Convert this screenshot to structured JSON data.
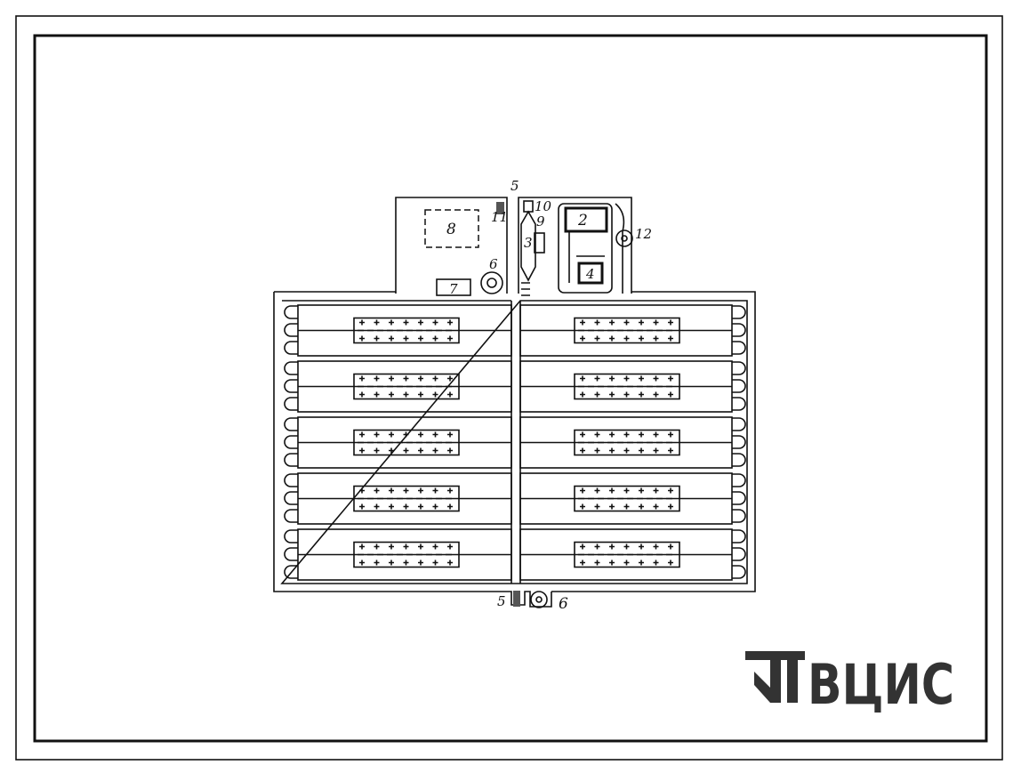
{
  "drawing": {
    "labels": {
      "top_5": "5",
      "l11": "11",
      "l10": "10",
      "l9": "9",
      "l3": "3",
      "l2": "2",
      "l12": "12",
      "l8": "8",
      "l6": "6",
      "l7": "7",
      "l4": "4",
      "bottom_5": "5",
      "bottom_6": "6"
    },
    "rows_per_side": 5,
    "colors": {
      "ink": "#111111",
      "logo": "#333333"
    }
  },
  "logo": {
    "text": "ВЦИС"
  }
}
